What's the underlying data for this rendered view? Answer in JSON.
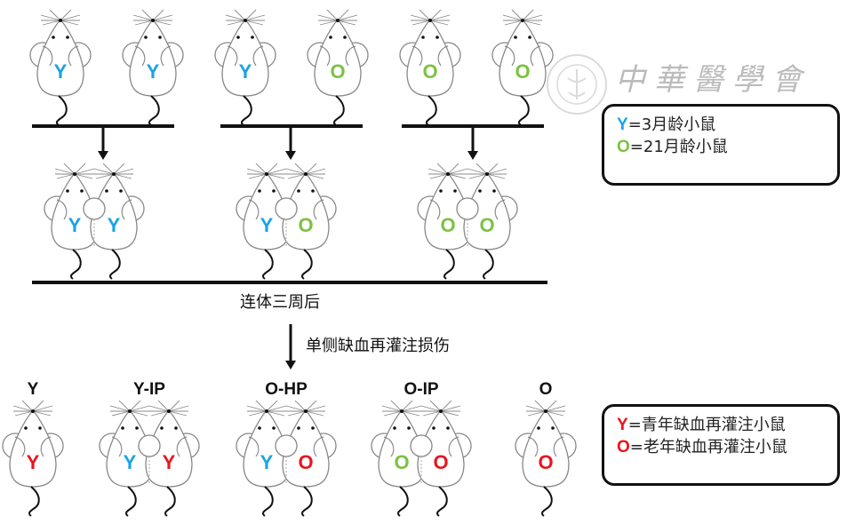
{
  "colors": {
    "young": "#1aa3e6",
    "old": "#7cc242",
    "injured": "#e8161e",
    "line": "#111111"
  },
  "watermark": {
    "text": "中華醫學會",
    "icon": "society-seal-icon"
  },
  "top_row": {
    "pairs": [
      {
        "mice": [
          {
            "letter": "Y",
            "kind": "young"
          },
          {
            "letter": "Y",
            "kind": "young"
          }
        ]
      },
      {
        "mice": [
          {
            "letter": "Y",
            "kind": "young"
          },
          {
            "letter": "O",
            "kind": "old"
          }
        ]
      },
      {
        "mice": [
          {
            "letter": "O",
            "kind": "old"
          },
          {
            "letter": "O",
            "kind": "old"
          }
        ]
      }
    ]
  },
  "joined_row": [
    {
      "mice": [
        {
          "letter": "Y",
          "kind": "young"
        },
        {
          "letter": "Y",
          "kind": "young"
        }
      ]
    },
    {
      "mice": [
        {
          "letter": "Y",
          "kind": "young"
        },
        {
          "letter": "O",
          "kind": "old"
        }
      ]
    },
    {
      "mice": [
        {
          "letter": "O",
          "kind": "old"
        },
        {
          "letter": "O",
          "kind": "old"
        }
      ]
    }
  ],
  "legend_top": {
    "items": [
      {
        "letter": "Y",
        "kind": "young",
        "text": "=3月龄小鼠"
      },
      {
        "letter": "O",
        "kind": "old",
        "text": "=21月龄小鼠"
      }
    ]
  },
  "step1": "连体三周后",
  "step2": "单侧缺血再灌注损伤",
  "bottom_groups": [
    {
      "label": "Y",
      "mice": [
        {
          "letter": "Y",
          "kind": "injured"
        }
      ]
    },
    {
      "label": "Y-IP",
      "mice": [
        {
          "letter": "Y",
          "kind": "young"
        },
        {
          "letter": "Y",
          "kind": "injured"
        }
      ]
    },
    {
      "label": "O-HP",
      "mice": [
        {
          "letter": "Y",
          "kind": "young"
        },
        {
          "letter": "O",
          "kind": "injured"
        }
      ]
    },
    {
      "label": "O-IP",
      "mice": [
        {
          "letter": "O",
          "kind": "old"
        },
        {
          "letter": "O",
          "kind": "injured"
        }
      ]
    },
    {
      "label": "O",
      "mice": [
        {
          "letter": "O",
          "kind": "injured"
        }
      ]
    }
  ],
  "legend_bottom": {
    "items": [
      {
        "letter": "Y",
        "kind": "injured",
        "text": "=青年缺血再灌注小鼠"
      },
      {
        "letter": "O",
        "kind": "injured",
        "text": "=老年缺血再灌注小鼠"
      }
    ]
  }
}
